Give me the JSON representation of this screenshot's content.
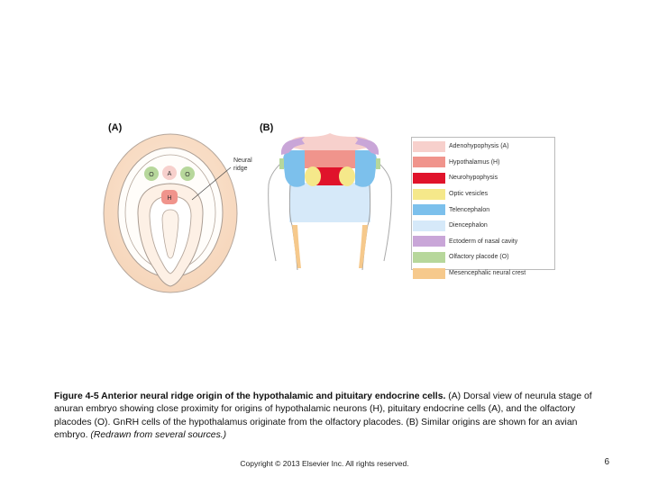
{
  "panels": {
    "a_label": "(A)",
    "b_label": "(B)"
  },
  "embryo_a": {
    "neural_ridge_label_line1": "Neural",
    "neural_ridge_label_line2": "ridge",
    "spot_o_left": "O",
    "spot_a": "A",
    "spot_o_right": "O",
    "spot_h": "H"
  },
  "legend": [
    {
      "label": "Adenohypophysis (A)",
      "color": "#f7d0cc"
    },
    {
      "label": "Hypothalamus (H)",
      "color": "#f0948c"
    },
    {
      "label": "Neurohypophysis",
      "color": "#e0132b"
    },
    {
      "label": "Optic vesicles",
      "color": "#f5e88a"
    },
    {
      "label": "Telencephalon",
      "color": "#7cc0ec"
    },
    {
      "label": "Diencephalon",
      "color": "#d6e9f9"
    },
    {
      "label": "Ectoderm of nasal cavity",
      "color": "#c9a6d8"
    },
    {
      "label": "Olfactory placode (O)",
      "color": "#b7d79b"
    },
    {
      "label": "Mesencephalic neural crest",
      "color": "#f6c98c"
    }
  ],
  "caption": {
    "title": "Figure 4-5 Anterior neural ridge origin of the hypothalamic and pituitary endocrine cells.",
    "body": " (A) Dorsal view of neurula stage of anuran embryo showing close proximity for origins of hypothalamic neurons (H), pituitary endocrine cells (A), and the olfactory placodes (O). GnRH cells of the hypothalamus originate from the olfactory placodes. (B) Similar origins are shown for an avian embryo. ",
    "note": "(Redrawn from several sources.)"
  },
  "footer": {
    "copyright": "Copyright © 2013 Elsevier Inc. All rights reserved.",
    "page_number": "6"
  }
}
